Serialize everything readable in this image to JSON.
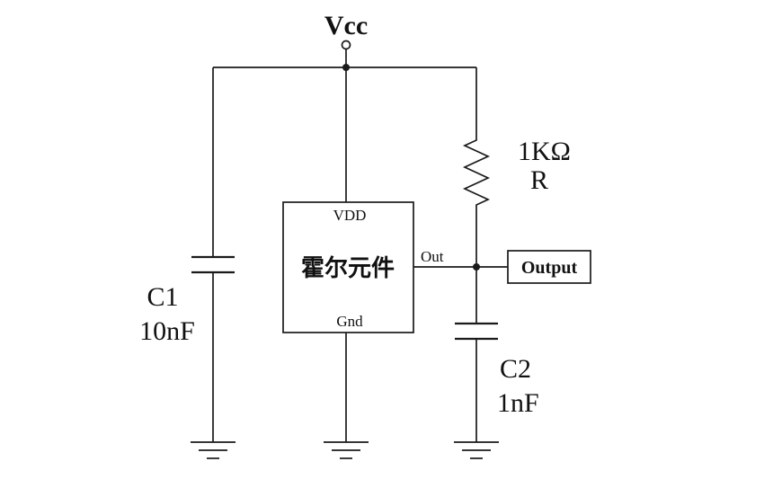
{
  "diagram": {
    "type": "circuit-schematic",
    "labels": {
      "vcc": "Vcc",
      "vdd_pin": "VDD",
      "hall_element": "霍尔元件",
      "gnd_pin": "Gnd",
      "out_pin": "Out",
      "output": "Output",
      "c1_name": "C1",
      "c1_value": "10nF",
      "c2_name": "C2",
      "c2_value": "1nF",
      "r_value": "1KΩ",
      "r_name": "R"
    },
    "colors": {
      "line": "#1a1a1a",
      "background": "#ffffff"
    }
  }
}
